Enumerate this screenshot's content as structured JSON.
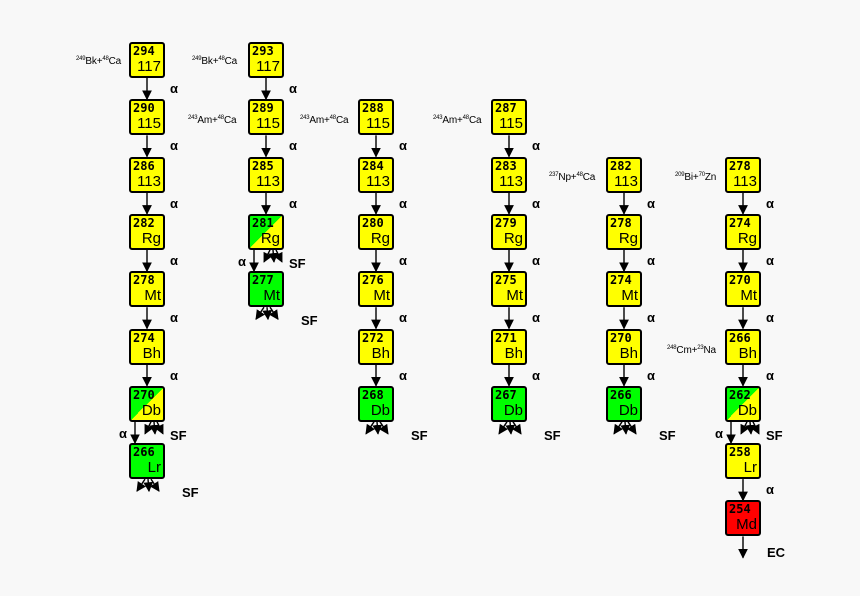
{
  "colors": {
    "alpha_emitter": "#ffff00",
    "spontaneous_fission": "#00ff00",
    "electron_capture": "#ff0000",
    "arrow": "#000000"
  },
  "labels": {
    "alpha": "α",
    "sf": "SF",
    "ec": "EC"
  },
  "reactions": [
    {
      "m1": "249",
      "t1": "Bk+",
      "m2": "48",
      "t2": "Ca"
    },
    {
      "m1": "249",
      "t1": "Bk+",
      "m2": "48",
      "t2": "Ca"
    },
    {
      "m1": "243",
      "t1": "Am+",
      "m2": "48",
      "t2": "Ca"
    },
    {
      "m1": "243",
      "t1": "Am+",
      "m2": "48",
      "t2": "Ca"
    },
    {
      "m1": "243",
      "t1": "Am+",
      "m2": "48",
      "t2": "Ca"
    },
    {
      "m1": "237",
      "t1": "Np+",
      "m2": "48",
      "t2": "Ca"
    },
    {
      "m1": "209",
      "t1": "Bi+",
      "m2": "70",
      "t2": "Zn"
    },
    {
      "m1": "248",
      "t1": "Cm+",
      "m2": "23",
      "t2": "Na"
    }
  ],
  "chains": [
    {
      "nuclides": [
        {
          "mass": "294",
          "el": "117",
          "decay": "alpha"
        },
        {
          "mass": "290",
          "el": "115",
          "decay": "alpha"
        },
        {
          "mass": "286",
          "el": "113",
          "decay": "alpha"
        },
        {
          "mass": "282",
          "el": "Rg",
          "decay": "alpha"
        },
        {
          "mass": "278",
          "el": "Mt",
          "decay": "alpha"
        },
        {
          "mass": "274",
          "el": "Bh",
          "decay": "alpha"
        },
        {
          "mass": "270",
          "el": "Db",
          "decay": "alpha+sf"
        },
        {
          "mass": "266",
          "el": "Lr",
          "decay": "sf"
        }
      ]
    },
    {
      "nuclides": [
        {
          "mass": "293",
          "el": "117",
          "decay": "alpha"
        },
        {
          "mass": "289",
          "el": "115",
          "decay": "alpha"
        },
        {
          "mass": "285",
          "el": "113",
          "decay": "alpha"
        },
        {
          "mass": "281",
          "el": "Rg",
          "decay": "alpha+sf"
        },
        {
          "mass": "277",
          "el": "Mt",
          "decay": "sf"
        }
      ]
    },
    {
      "nuclides": [
        {
          "mass": "288",
          "el": "115",
          "decay": "alpha"
        },
        {
          "mass": "284",
          "el": "113",
          "decay": "alpha"
        },
        {
          "mass": "280",
          "el": "Rg",
          "decay": "alpha"
        },
        {
          "mass": "276",
          "el": "Mt",
          "decay": "alpha"
        },
        {
          "mass": "272",
          "el": "Bh",
          "decay": "alpha"
        },
        {
          "mass": "268",
          "el": "Db",
          "decay": "sf"
        }
      ]
    },
    {
      "nuclides": [
        {
          "mass": "287",
          "el": "115",
          "decay": "alpha"
        },
        {
          "mass": "283",
          "el": "113",
          "decay": "alpha"
        },
        {
          "mass": "279",
          "el": "Rg",
          "decay": "alpha"
        },
        {
          "mass": "275",
          "el": "Mt",
          "decay": "alpha"
        },
        {
          "mass": "271",
          "el": "Bh",
          "decay": "alpha"
        },
        {
          "mass": "267",
          "el": "Db",
          "decay": "sf"
        }
      ]
    },
    {
      "nuclides": [
        {
          "mass": "282",
          "el": "113",
          "decay": "alpha"
        },
        {
          "mass": "278",
          "el": "Rg",
          "decay": "alpha"
        },
        {
          "mass": "274",
          "el": "Mt",
          "decay": "alpha"
        },
        {
          "mass": "270",
          "el": "Bh",
          "decay": "alpha"
        },
        {
          "mass": "266",
          "el": "Db",
          "decay": "sf"
        }
      ]
    },
    {
      "nuclides": [
        {
          "mass": "278",
          "el": "113",
          "decay": "alpha"
        },
        {
          "mass": "274",
          "el": "Rg",
          "decay": "alpha"
        },
        {
          "mass": "270",
          "el": "Mt",
          "decay": "alpha"
        },
        {
          "mass": "266",
          "el": "Bh",
          "decay": "alpha"
        },
        {
          "mass": "262",
          "el": "Db",
          "decay": "alpha+sf"
        },
        {
          "mass": "258",
          "el": "Lr",
          "decay": "alpha"
        },
        {
          "mass": "254",
          "el": "Md",
          "decay": "ec"
        }
      ]
    }
  ]
}
